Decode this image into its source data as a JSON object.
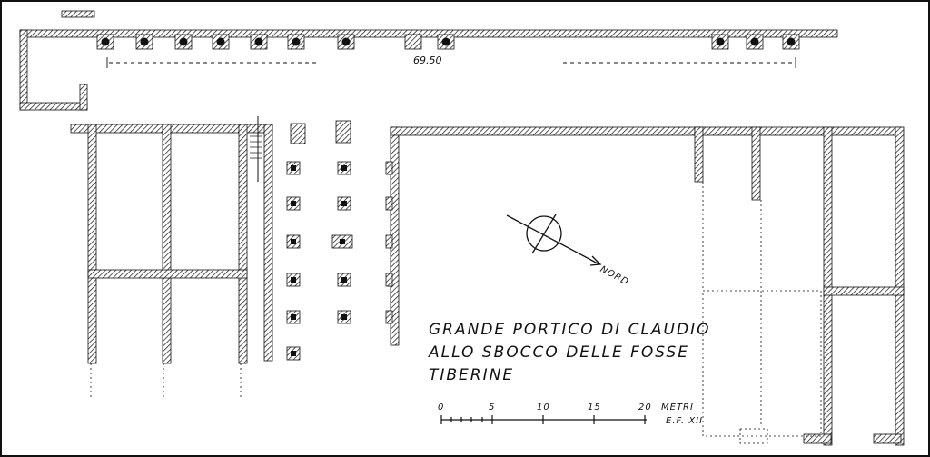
{
  "title": {
    "line1": "GRANDE PORTICO DI CLAUDIO",
    "line2": "ALLO SBOCCO DELLE FOSSE",
    "line3": "TIBERINE"
  },
  "dimension": "69.50",
  "north_label": "NORD",
  "scale": {
    "ticks": [
      "0",
      "5",
      "10",
      "15",
      "20"
    ],
    "unit": "METRI",
    "code": "E.F. XII"
  },
  "colors": {
    "ink": "#111111",
    "paper": "#ffffff"
  }
}
